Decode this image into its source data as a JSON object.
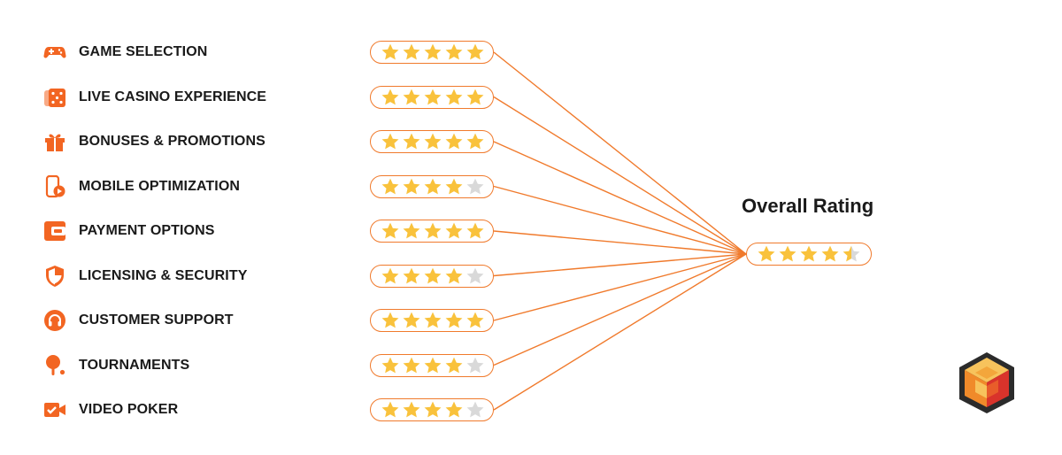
{
  "colors": {
    "accent": "#f26522",
    "line": "#f07a2c",
    "star_filled": "#f9c23c",
    "star_empty": "#d9d9d9"
  },
  "categories": [
    {
      "label": "GAME SELECTION",
      "icon": "gamepad-icon",
      "rating": 5
    },
    {
      "label": "LIVE CASINO EXPERIENCE",
      "icon": "dice-icon",
      "rating": 5
    },
    {
      "label": "BONUSES & PROMOTIONS",
      "icon": "gift-icon",
      "rating": 5
    },
    {
      "label": "MOBILE OPTIMIZATION",
      "icon": "mobile-play-icon",
      "rating": 4
    },
    {
      "label": "PAYMENT OPTIONS",
      "icon": "wallet-icon",
      "rating": 5
    },
    {
      "label": "LICENSING & SECURITY",
      "icon": "shield-icon",
      "rating": 4
    },
    {
      "label": "CUSTOMER SUPPORT",
      "icon": "headset-icon",
      "rating": 5
    },
    {
      "label": "TOURNAMENTS",
      "icon": "ping-pong-icon",
      "rating": 4
    },
    {
      "label": "VIDEO POKER",
      "icon": "video-check-icon",
      "rating": 4
    }
  ],
  "overall": {
    "title": "Overall Rating",
    "rating": 4.5,
    "max": 5
  },
  "brand": {
    "logo_icon": "cube-logo-icon"
  }
}
